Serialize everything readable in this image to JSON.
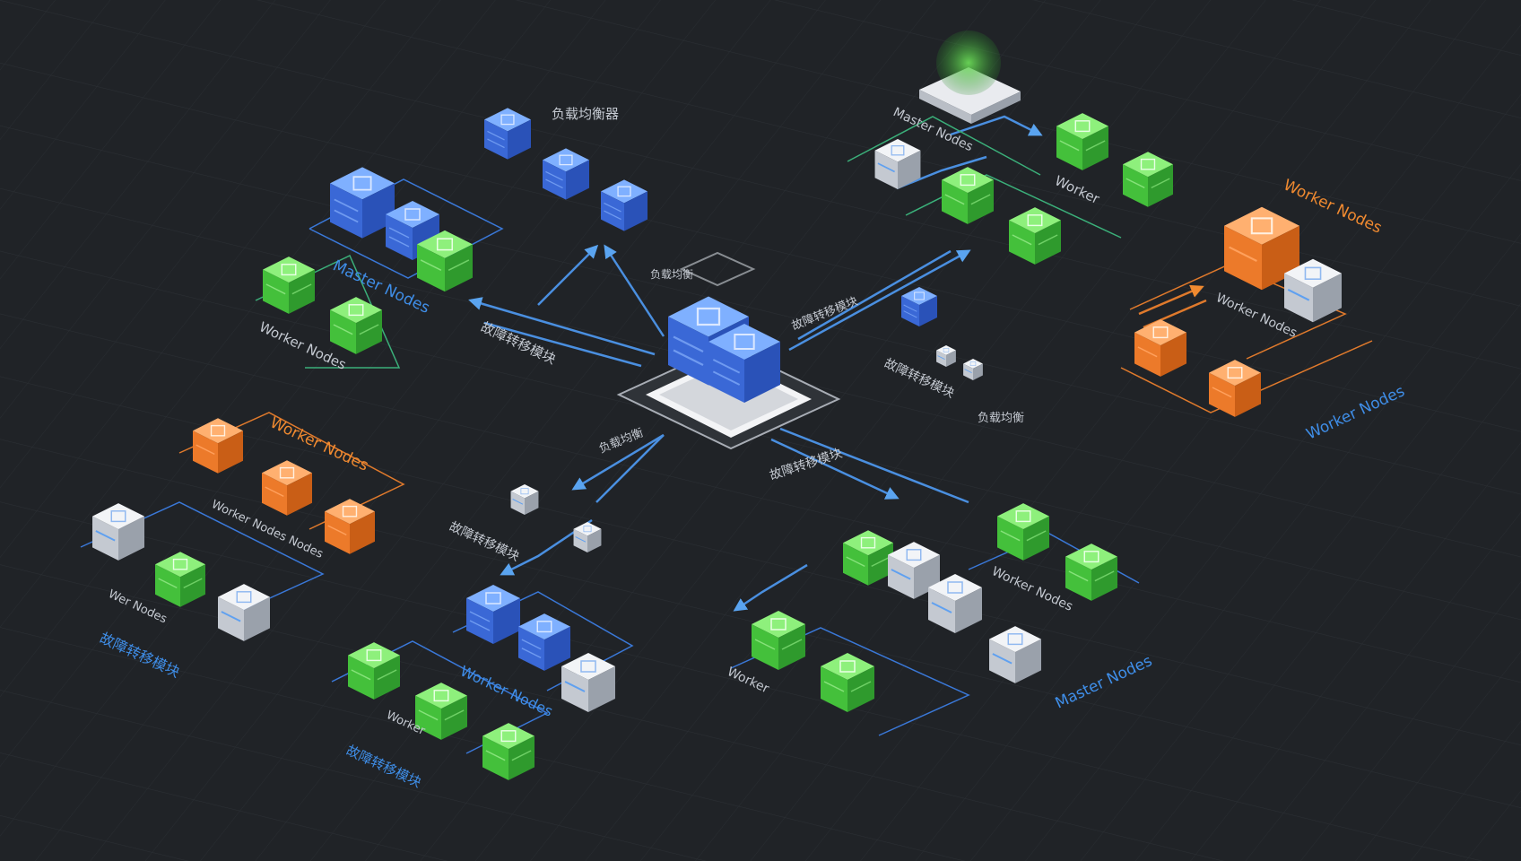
{
  "colors": {
    "background": "#202327",
    "grid": "#2c3035",
    "master_blue": "#3f74e0",
    "worker_green": "#43c43c",
    "worker_orange": "#ec7a2a",
    "storage_gray": "#c9ced6",
    "link_blue": "#4a8fe0",
    "link_orange": "#e07a2c",
    "link_green": "#3bb07a",
    "label_gray": "#c4c9d1",
    "label_orange": "#f08a30",
    "label_blue": "#3f8ee8"
  },
  "labels": {
    "top_left_cn": "负载均衡器",
    "top_left_master": "Master Nodes",
    "top_left_worker": "Worker Nodes",
    "top_left_link": "故障转移模块",
    "top_right_master": "Master Nodes",
    "top_right_worker": "Worker",
    "right_worker_top": "Worker Nodes",
    "right_worker_mid": "Worker Nodes",
    "right_worker_blue": "Worker Nodes",
    "right_cn": "故障转移模块",
    "center_cn_top": "负载均衡",
    "center_cn_right": "故障转移模块",
    "center_cn_right2": "负载均衡",
    "center_cn_bottom_left": "负载均衡",
    "center_cn_bottom_right": "故障转移模块",
    "bottom_left_worker_orange": "Worker Nodes",
    "bottom_left_worker_orange2": "Worker Nodes Nodes",
    "bottom_left_worker_gray": "Wer Nodes",
    "bottom_left_cn": "故障转移模块",
    "bottom_left_link_cn": "故障转移模块",
    "bottom_center_worker": "Worker Nodes",
    "bottom_center_worker2": "Worker",
    "bottom_center_cn": "故障转移模块",
    "bottom_right_worker": "Worker Nodes",
    "bottom_right_worker2": "Worker",
    "bottom_right_master": "Master Nodes"
  }
}
